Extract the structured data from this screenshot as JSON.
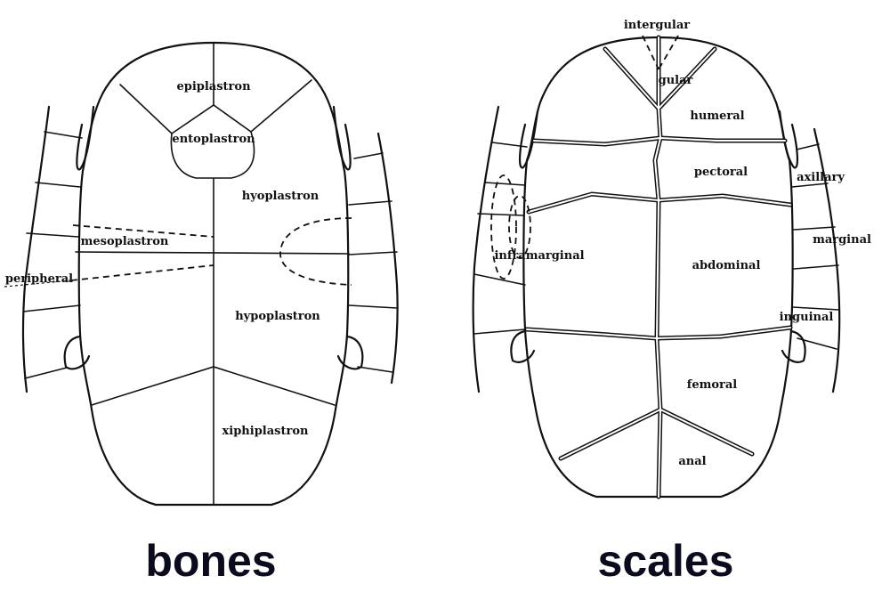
{
  "panels": [
    {
      "caption": "bones",
      "labels": {
        "epiplastron": "epiplastron",
        "entoplastron": "entoplastron",
        "hyoplastron": "hyoplastron",
        "mesoplastron": "mesoplastron",
        "peripheral": "peripheral",
        "hypoplastron": "hypoplastron",
        "xiphiplastron": "xiphiplastron"
      }
    },
    {
      "caption": "scales",
      "labels": {
        "intergular": "intergular",
        "gular": "gular",
        "humeral": "humeral",
        "pectoral": "pectoral",
        "axillary": "axillary",
        "marginal": "marginal",
        "inframarginal": "inframarginal",
        "abdominal": "abdominal",
        "inguinal": "inguinal",
        "femoral": "femoral",
        "anal": "anal"
      }
    }
  ],
  "colors": {
    "ink": "#111111",
    "caption": "#0b0b1e",
    "background": "#ffffff"
  }
}
